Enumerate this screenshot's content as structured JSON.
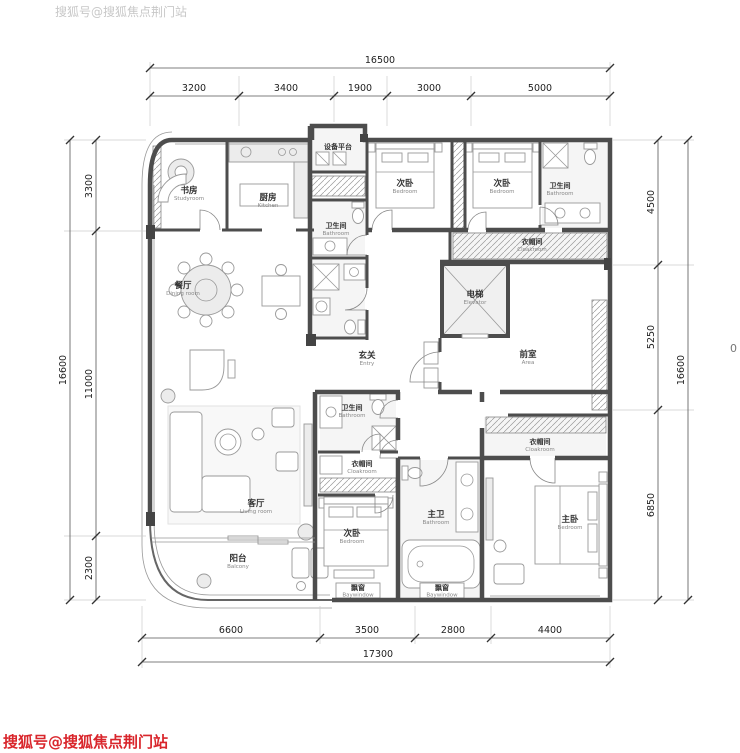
{
  "watermarks": {
    "top": "搜狐号@搜狐焦点荆门站",
    "bottom": "搜狐号@搜狐焦点荆门站",
    "edge_partial": "0"
  },
  "dims": {
    "top_total": "16500",
    "top": [
      "3200",
      "3400",
      "1900",
      "3000",
      "5000"
    ],
    "left": [
      "3300",
      "11000",
      "2300"
    ],
    "left_total": "16600",
    "right": [
      "4500",
      "5250",
      "6850"
    ],
    "right_total": "16600",
    "bottom": [
      "6600",
      "3500",
      "2800",
      "4400"
    ],
    "bottom_total": "17300"
  },
  "rooms": [
    {
      "cn": "书房",
      "en": "Studyroom"
    },
    {
      "cn": "厨房",
      "en": "Kitchen"
    },
    {
      "cn": "设备平台",
      "en": ""
    },
    {
      "cn": "卫生间",
      "en": "Bathroom"
    },
    {
      "cn": "次卧",
      "en": "Bedroom"
    },
    {
      "cn": "次卧",
      "en": "Bedroom"
    },
    {
      "cn": "卫生间",
      "en": "Bathroom"
    },
    {
      "cn": "衣帽间",
      "en": "Cloakroom"
    },
    {
      "cn": "电梯",
      "en": "Elevator"
    },
    {
      "cn": "前室",
      "en": "Area"
    },
    {
      "cn": "玄关",
      "en": "Entry"
    },
    {
      "cn": "餐厅",
      "en": "Dining room"
    },
    {
      "cn": "客厅",
      "en": "Living room"
    },
    {
      "cn": "阳台",
      "en": "Balcony"
    },
    {
      "cn": "卫生间",
      "en": "Bathroom"
    },
    {
      "cn": "衣帽间",
      "en": "Cloakroom"
    },
    {
      "cn": "次卧",
      "en": "Bedroom"
    },
    {
      "cn": "主卫",
      "en": "Bathroom"
    },
    {
      "cn": "衣帽间",
      "en": "Cloakroom"
    },
    {
      "cn": "主卧",
      "en": "Bedroom"
    },
    {
      "cn": "飘窗",
      "en": "Baywindow"
    },
    {
      "cn": "飘窗",
      "en": "Baywindow"
    }
  ]
}
